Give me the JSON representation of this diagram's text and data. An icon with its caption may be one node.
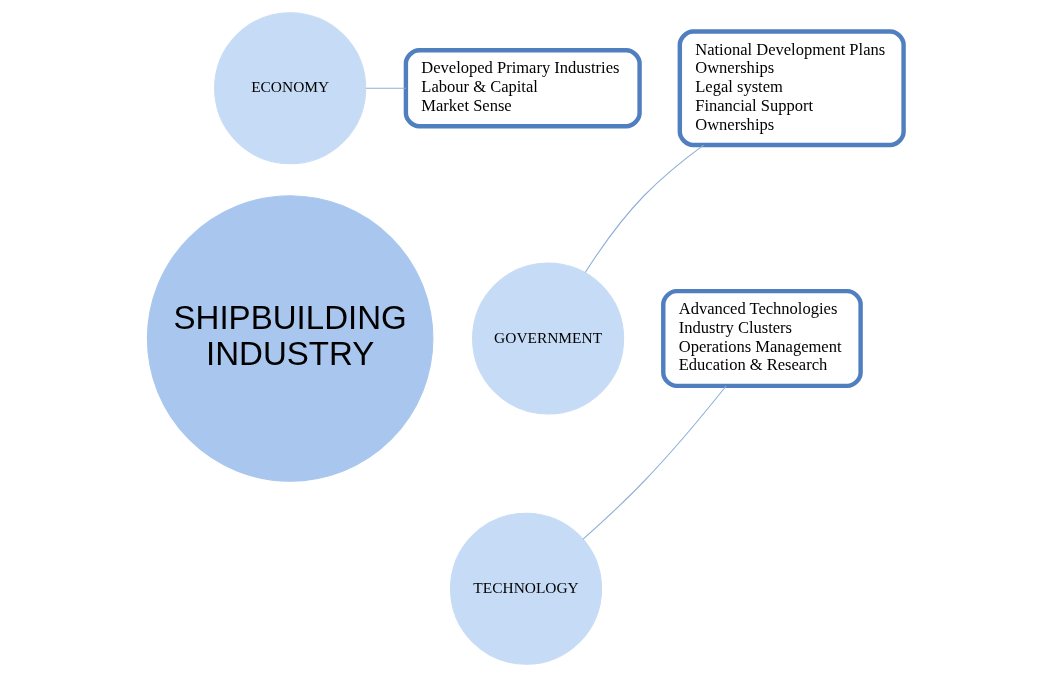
{
  "diagram": {
    "nodes": [
      {
        "text": [
          "ECONOMY"
        ]
      },
      {
        "text": [
          "Developed Primary Industries",
          "Labour & Capital",
          "Market Sense"
        ]
      },
      {
        "text": [
          "National Development Plans",
          "Ownerships",
          "Legal system",
          "Financial Support",
          "Ownerships"
        ]
      },
      {
        "text": [
          "SHIPBUILDING INDUSTRY"
        ]
      },
      {
        "text": [
          "Advanced Technologies",
          "Industry Clusters",
          "Operations Management",
          "Education & Research"
        ]
      },
      {
        "text": [
          "GOVERNMENT"
        ]
      },
      {
        "text": [
          "TECHNOLOGY"
        ]
      }
    ],
    "edges": [
      {
        "from": 0,
        "to": 1,
        "arrow": "none"
      },
      {
        "from": 5,
        "to": 2,
        "arrow": "none"
      },
      {
        "from": 6,
        "to": 4,
        "arrow": "none"
      }
    ]
  }
}
